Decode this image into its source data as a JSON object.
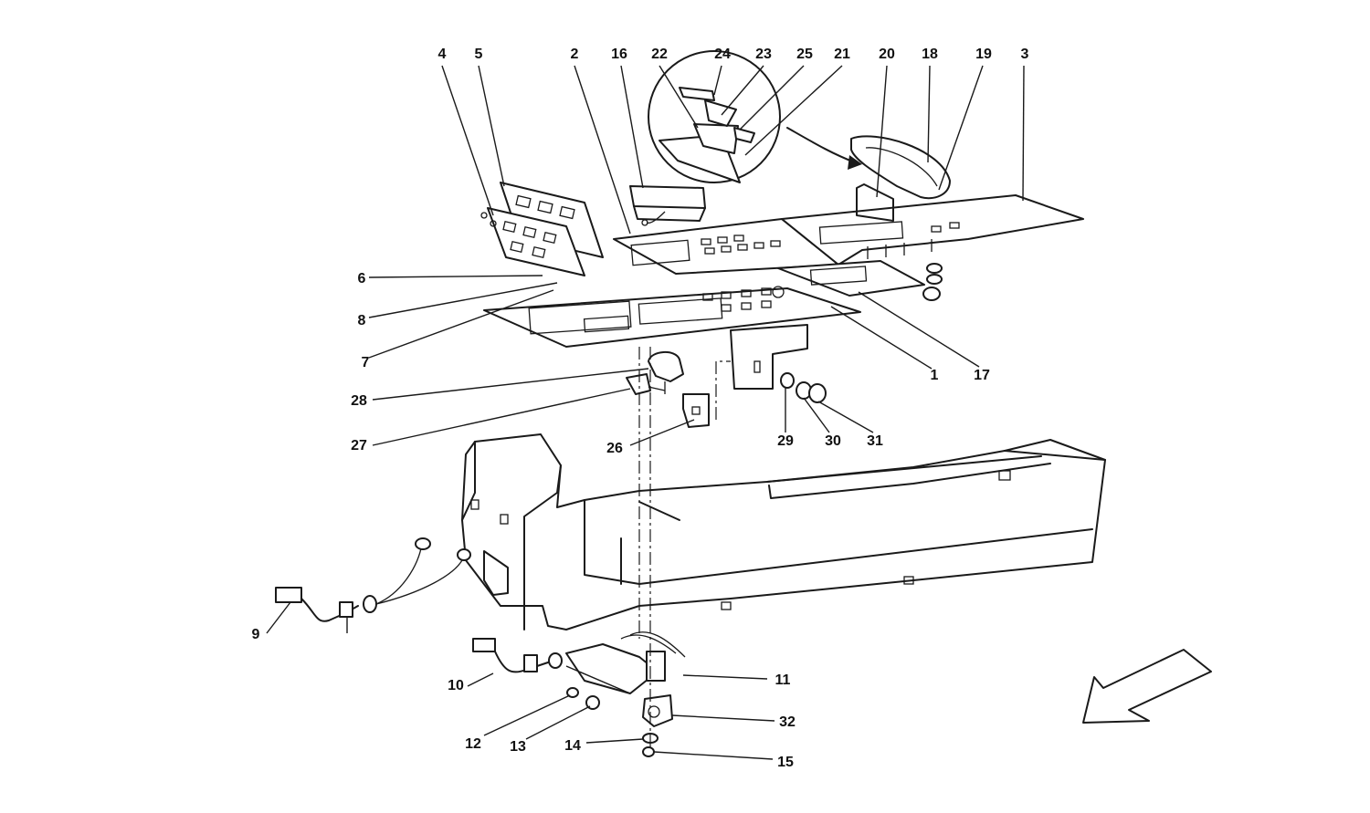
{
  "callouts": [
    {
      "id": "4",
      "label": "4"
    },
    {
      "id": "5",
      "label": "5"
    },
    {
      "id": "2",
      "label": "2"
    },
    {
      "id": "16",
      "label": "16"
    },
    {
      "id": "22",
      "label": "22"
    },
    {
      "id": "24",
      "label": "24"
    },
    {
      "id": "23",
      "label": "23"
    },
    {
      "id": "25",
      "label": "25"
    },
    {
      "id": "21",
      "label": "21"
    },
    {
      "id": "20",
      "label": "20"
    },
    {
      "id": "18",
      "label": "18"
    },
    {
      "id": "19",
      "label": "19"
    },
    {
      "id": "3",
      "label": "3"
    },
    {
      "id": "6",
      "label": "6"
    },
    {
      "id": "8",
      "label": "8"
    },
    {
      "id": "7",
      "label": "7"
    },
    {
      "id": "1",
      "label": "1"
    },
    {
      "id": "17",
      "label": "17"
    },
    {
      "id": "28",
      "label": "28"
    },
    {
      "id": "27",
      "label": "27"
    },
    {
      "id": "26",
      "label": "26"
    },
    {
      "id": "29",
      "label": "29"
    },
    {
      "id": "30",
      "label": "30"
    },
    {
      "id": "31",
      "label": "31"
    },
    {
      "id": "9",
      "label": "9"
    },
    {
      "id": "10",
      "label": "10"
    },
    {
      "id": "11",
      "label": "11"
    },
    {
      "id": "32",
      "label": "32"
    },
    {
      "id": "12",
      "label": "12"
    },
    {
      "id": "13",
      "label": "13"
    },
    {
      "id": "14",
      "label": "14"
    },
    {
      "id": "15",
      "label": "15"
    }
  ],
  "icons": {
    "direction_arrow": "front-direction-arrow-icon"
  }
}
